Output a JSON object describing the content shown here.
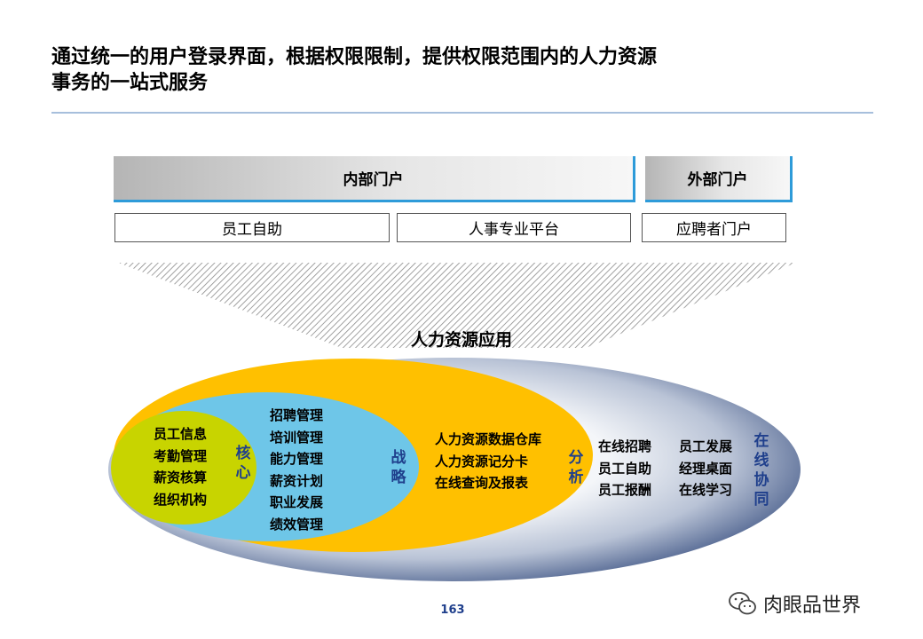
{
  "title": {
    "line1": "通过统一的用户登录界面，根据权限限制，提供权限范围内的人力资源",
    "line2": "事务的一站式服务"
  },
  "portals": {
    "internal": "内部门户",
    "external": "外部门户"
  },
  "sub_portals": {
    "employee_self": "员工自助",
    "hr_platform": "人事专业平台",
    "recruit_portal": "应聘者门户"
  },
  "apps_title": "人力资源应用",
  "layers": {
    "core": {
      "label": "核心",
      "items": [
        "员工信息",
        "考勤管理",
        "薪资核算",
        "组织机构"
      ]
    },
    "strategy": {
      "label": "战略",
      "items": [
        "招聘管理",
        "培训管理",
        "能力管理",
        "薪资计划",
        "职业发展",
        "绩效管理"
      ]
    },
    "analysis": {
      "label": "分析",
      "items": [
        "人力资源数据仓库",
        "人力资源记分卡",
        "在线查询及报表"
      ]
    },
    "collab": {
      "label": "在线协同",
      "items_col1": [
        "在线招聘",
        "员工自助",
        "员工报酬"
      ],
      "items_col2": [
        "员工发展",
        "经理桌面",
        "在线学习"
      ]
    }
  },
  "colors": {
    "core": "#c8d400",
    "strategy": "#6ec6e8",
    "analysis": "#ffc000",
    "collab_edge": "#4a5f8c",
    "label_blue": "#1f3f8c"
  },
  "page_number": "163",
  "watermark": "肉眼品世界"
}
